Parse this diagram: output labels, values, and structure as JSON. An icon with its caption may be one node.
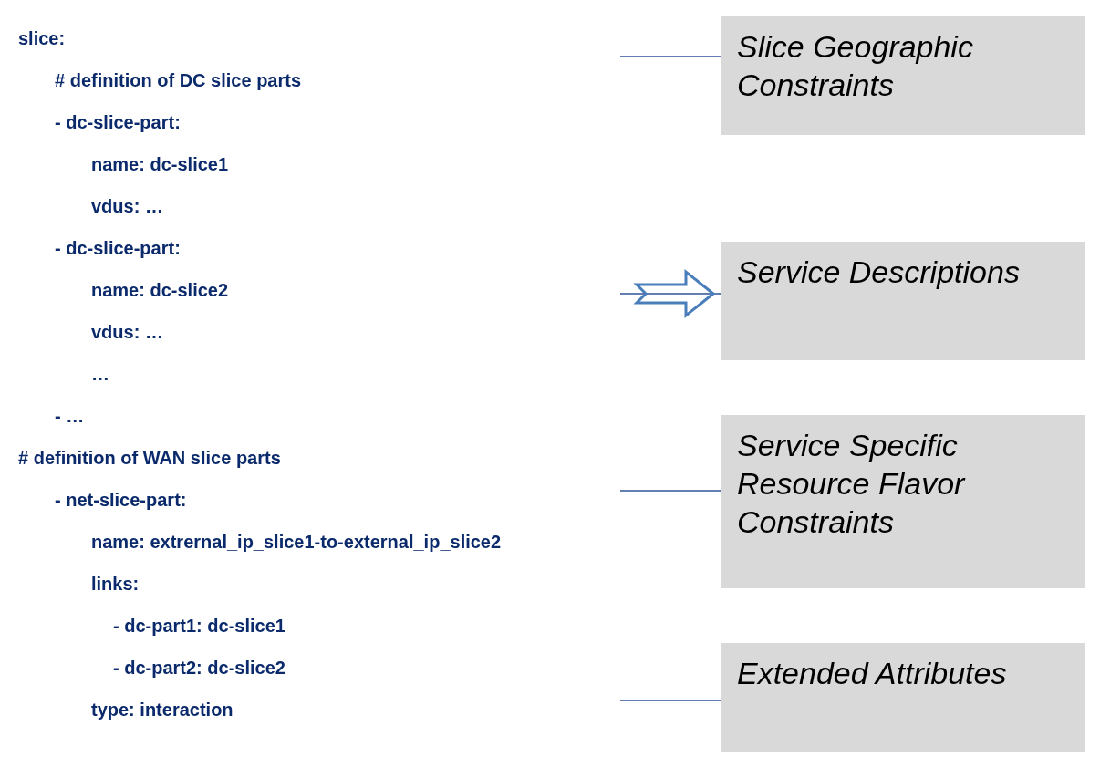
{
  "diagram": {
    "nodes": [
      {
        "text": [
          "Slice Geographic Constraints"
        ]
      },
      {
        "text": [
          "Service Descriptions"
        ]
      },
      {
        "text": [
          "Service Specific Resource Flavor Constraints"
        ]
      },
      {
        "text": [
          "Extended Attributes"
        ]
      }
    ],
    "edges": [
      {
        "from": null,
        "to": 0,
        "arrow": "none"
      },
      {
        "from": null,
        "to": 1,
        "arrow": "none"
      },
      {
        "from": null,
        "to": 2,
        "arrow": "none"
      },
      {
        "from": null,
        "to": 3,
        "arrow": "none"
      }
    ],
    "labels": [
      "slice:",
      "# definition of DC slice parts",
      "- dc-slice-part:",
      "name: dc-slice1",
      "vdus: …",
      "- dc-slice-part:",
      "name: dc-slice2",
      "vdus: …",
      "…",
      "- …",
      "# definition of WAN slice parts",
      "- net-slice-part:",
      "name: extrernal_ip_slice1-to-external_ip_slice2",
      "links:",
      "- dc-part1: dc-slice1",
      "- dc-part2: dc-slice2",
      "type: interaction"
    ]
  }
}
